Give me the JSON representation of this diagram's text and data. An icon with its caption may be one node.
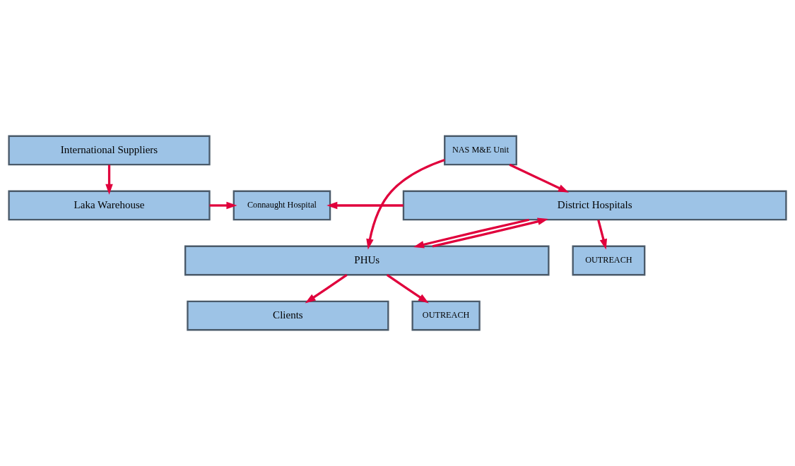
{
  "diagram": {
    "nodes": [
      {
        "text": [
          "International Suppliers"
        ]
      },
      {
        "text": [
          "Laka Warehouse"
        ]
      },
      {
        "text": [
          "Connaught Hospital"
        ]
      },
      {
        "text": [
          "NAS M&E Unit"
        ]
      },
      {
        "text": [
          "District Hospitals"
        ]
      },
      {
        "text": [
          "PHUs"
        ]
      },
      {
        "text": [
          "OUTREACH"
        ]
      },
      {
        "text": [
          "Clients"
        ]
      },
      {
        "text": [
          "OUTREACH"
        ]
      }
    ],
    "edges": [
      {
        "from": 0,
        "to": 1,
        "arrow": "to"
      },
      {
        "from": 1,
        "to": 2,
        "arrow": "to"
      },
      {
        "from": 3,
        "to": 4,
        "arrow": "to"
      },
      {
        "from": 4,
        "to": 2,
        "arrow": "to"
      },
      {
        "from": 3,
        "to": 5,
        "arrow": "to"
      },
      {
        "from": 4,
        "to": 5,
        "arrow": "to"
      },
      {
        "from": 5,
        "to": 4,
        "arrow": "to"
      },
      {
        "from": 4,
        "to": 6,
        "arrow": "to"
      },
      {
        "from": 5,
        "to": 7,
        "arrow": "to"
      },
      {
        "from": 5,
        "to": 8,
        "arrow": "to"
      }
    ]
  }
}
